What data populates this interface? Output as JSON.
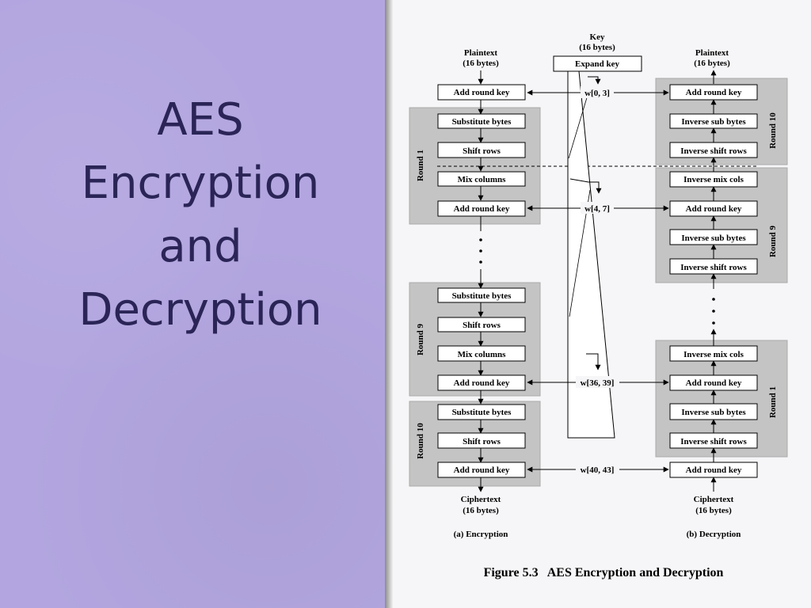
{
  "slide": {
    "title_lines": [
      "AES",
      "Encryption",
      "and",
      "Decryption"
    ]
  },
  "figure": {
    "caption": "Figure 5.3   AES Encryption and Decryption",
    "enc_label": "(a) Encryption",
    "dec_label": "(b) Decryption",
    "key_label_1": "Key",
    "key_label_2": "(16 bytes)",
    "expand_key": "Expand key",
    "enc_top_1": "Plaintext",
    "enc_top_2": "(16 bytes)",
    "dec_top_1": "Plaintext",
    "dec_top_2": "(16 bytes)",
    "enc_bottom_1": "Ciphertext",
    "enc_bottom_2": "(16 bytes)",
    "dec_bottom_1": "Ciphertext",
    "dec_bottom_2": "(16 bytes)",
    "w1": "w[0, 3]",
    "w2": "w[4, 7]",
    "w3": "w[36, 39]",
    "w4": "w[40, 43]",
    "enc_round1": "Round 1",
    "enc_round9": "Round 9",
    "enc_round10": "Round 10",
    "dec_round10": "Round 10",
    "dec_round9": "Round 9",
    "dec_round1": "Round 1",
    "boxes": {
      "add_round_key": "Add round key",
      "substitute_bytes": "Substitute bytes",
      "shift_rows": "Shift rows",
      "mix_columns": "Mix columns",
      "inverse_sub_bytes": "Inverse sub bytes",
      "inverse_shift_rows": "Inverse shift rows",
      "inverse_mix_cols": "Inverse mix cols"
    }
  }
}
